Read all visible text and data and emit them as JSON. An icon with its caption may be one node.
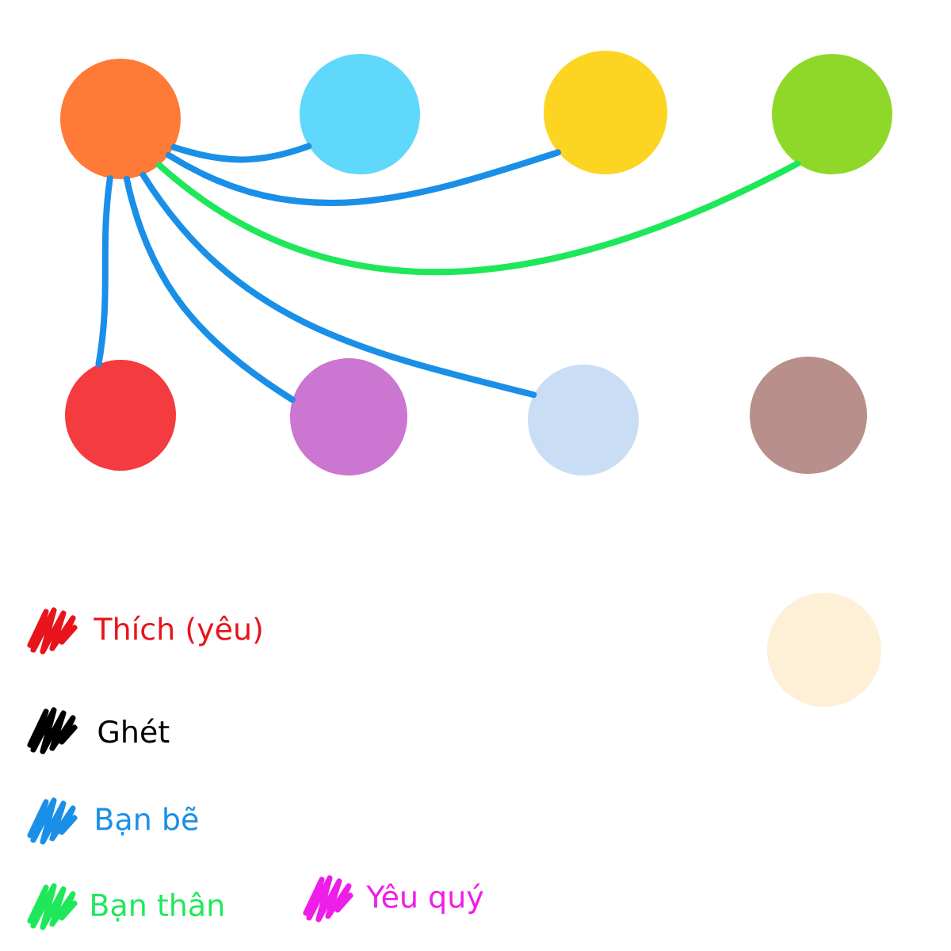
{
  "diagram": {
    "nodes": [
      {
        "text": [],
        "shape": "circle"
      },
      {
        "text": [],
        "shape": "circle"
      },
      {
        "text": [],
        "shape": "circle"
      },
      {
        "text": [],
        "shape": "circle"
      },
      {
        "text": [],
        "shape": "circle"
      },
      {
        "text": [],
        "shape": "circle"
      },
      {
        "text": [],
        "shape": "circle"
      },
      {
        "text": [],
        "shape": "circle"
      },
      {
        "text": [],
        "shape": "circle"
      }
    ],
    "edges": [
      {
        "from": 0,
        "to": 1,
        "arrow": "none"
      },
      {
        "from": 0,
        "to": 2,
        "arrow": "none"
      },
      {
        "from": 0,
        "to": 3,
        "arrow": "none",
        "color": "#1ee85a"
      },
      {
        "from": 0,
        "to": 4,
        "arrow": "none"
      },
      {
        "from": 0,
        "to": 5,
        "arrow": "none"
      },
      {
        "from": 0,
        "to": 6,
        "arrow": "none"
      }
    ],
    "legend": [
      {
        "text": "Thích (yêu)",
        "color": "#e8141b"
      },
      {
        "text": "Ghét",
        "color": "#000000"
      },
      {
        "text": "Bạn bẽ",
        "color": "#1a8fe8"
      },
      {
        "text": "Bạn thân",
        "color": "#1ee85a"
      },
      {
        "text": "Yêu quý",
        "color": "#ee1ee8"
      }
    ]
  }
}
